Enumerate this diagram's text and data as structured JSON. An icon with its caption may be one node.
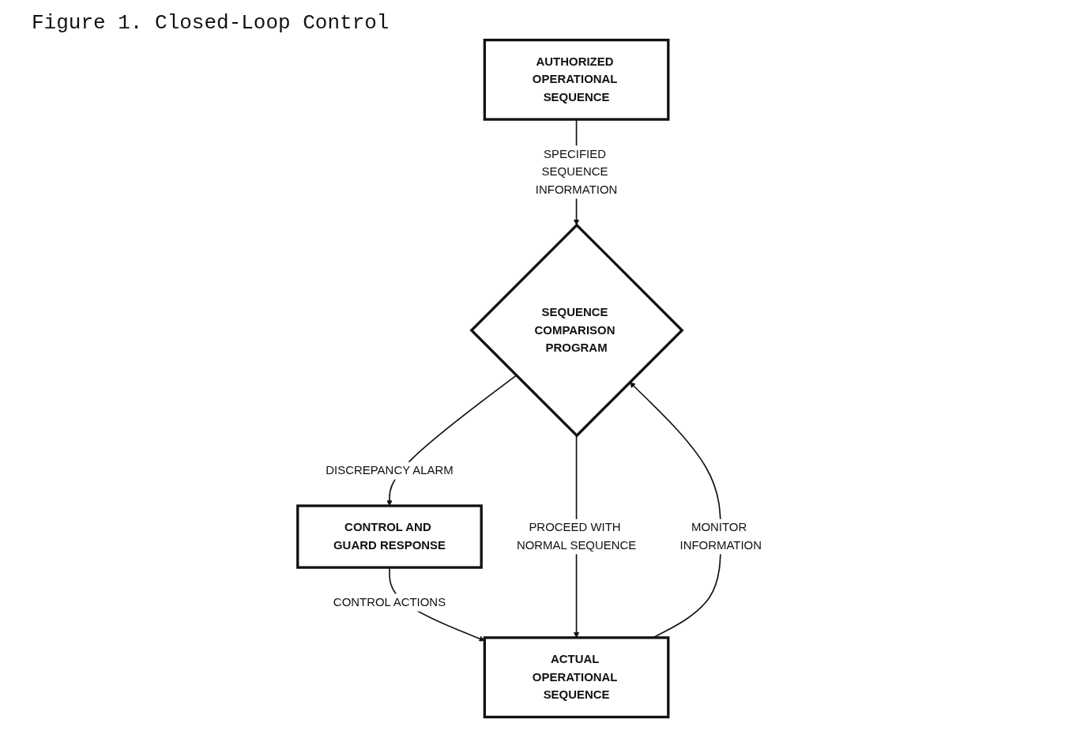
{
  "diagram": {
    "title": "Figure 1. Closed-Loop Control",
    "nodes": [
      {
        "text": [
          "AUTHORIZED OPERATIONAL SEQUENCE"
        ]
      },
      {
        "text": [
          "ACTUAL OPERATIONAL SEQUENCE"
        ]
      },
      {
        "text": [
          "SEQUENCE COMPARISON PROGRAM"
        ]
      },
      {
        "text": [
          "CONTROL AND GUARD RESPONSE"
        ]
      }
    ],
    "edges": [
      {
        "from": 0,
        "to": 2,
        "arrow": "to",
        "label": "SPECIFIED SEQUENCE INFORMATION"
      },
      {
        "from": 1,
        "to": 2,
        "arrow": "to",
        "label": "MONITOR INFORMATION"
      },
      {
        "from": 2,
        "to": 3,
        "arrow": "to",
        "label": "DISCREPANCY ALARM"
      },
      {
        "from": 3,
        "to": 1,
        "arrow": "to",
        "label": "CONTROL ACTIONS"
      },
      {
        "from": 2,
        "to": 1,
        "arrow": "to",
        "label": "PROCEED WITH NORMAL SEQUENCE"
      }
    ]
  }
}
